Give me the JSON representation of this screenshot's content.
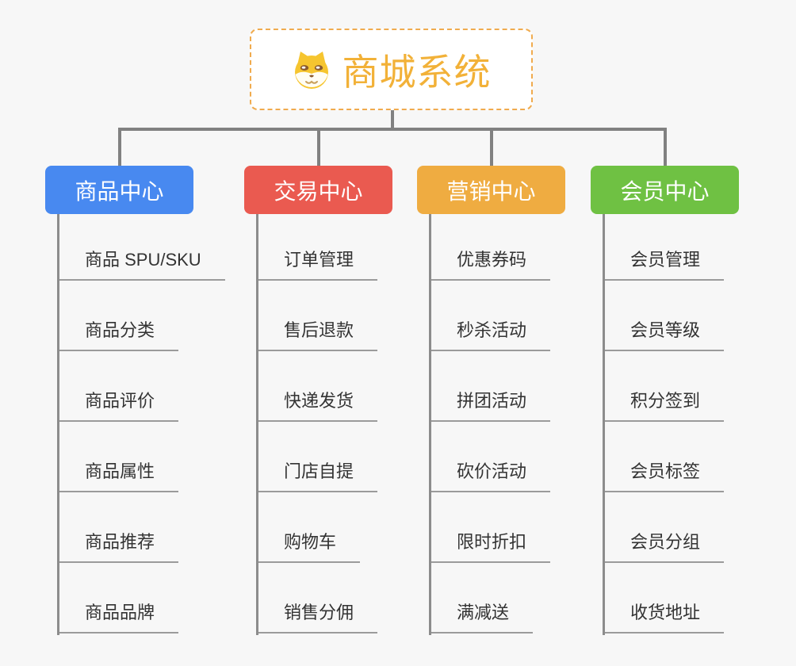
{
  "page": {
    "background": "#f7f7f7",
    "connector_color": "#818181"
  },
  "root": {
    "title": "商城系统",
    "icon": "shiba-dog-icon",
    "title_color": "#f2b138",
    "border_color": "#f0ab4e"
  },
  "branches": [
    {
      "label": "商品中心",
      "color": "#4889f0",
      "children": [
        "商品 SPU/SKU",
        "商品分类",
        "商品评价",
        "商品属性",
        "商品推荐",
        "商品品牌"
      ]
    },
    {
      "label": "交易中心",
      "color": "#ea5a50",
      "children": [
        "订单管理",
        "售后退款",
        "快递发货",
        "门店自提",
        "购物车",
        "销售分佣"
      ]
    },
    {
      "label": "营销中心",
      "color": "#efac41",
      "children": [
        "优惠券码",
        "秒杀活动",
        "拼团活动",
        "砍价活动",
        "限时折扣",
        "满减送"
      ]
    },
    {
      "label": "会员中心",
      "color": "#6fc143",
      "children": [
        "会员管理",
        "会员等级",
        "积分签到",
        "会员标签",
        "会员分组",
        "收货地址"
      ]
    }
  ]
}
